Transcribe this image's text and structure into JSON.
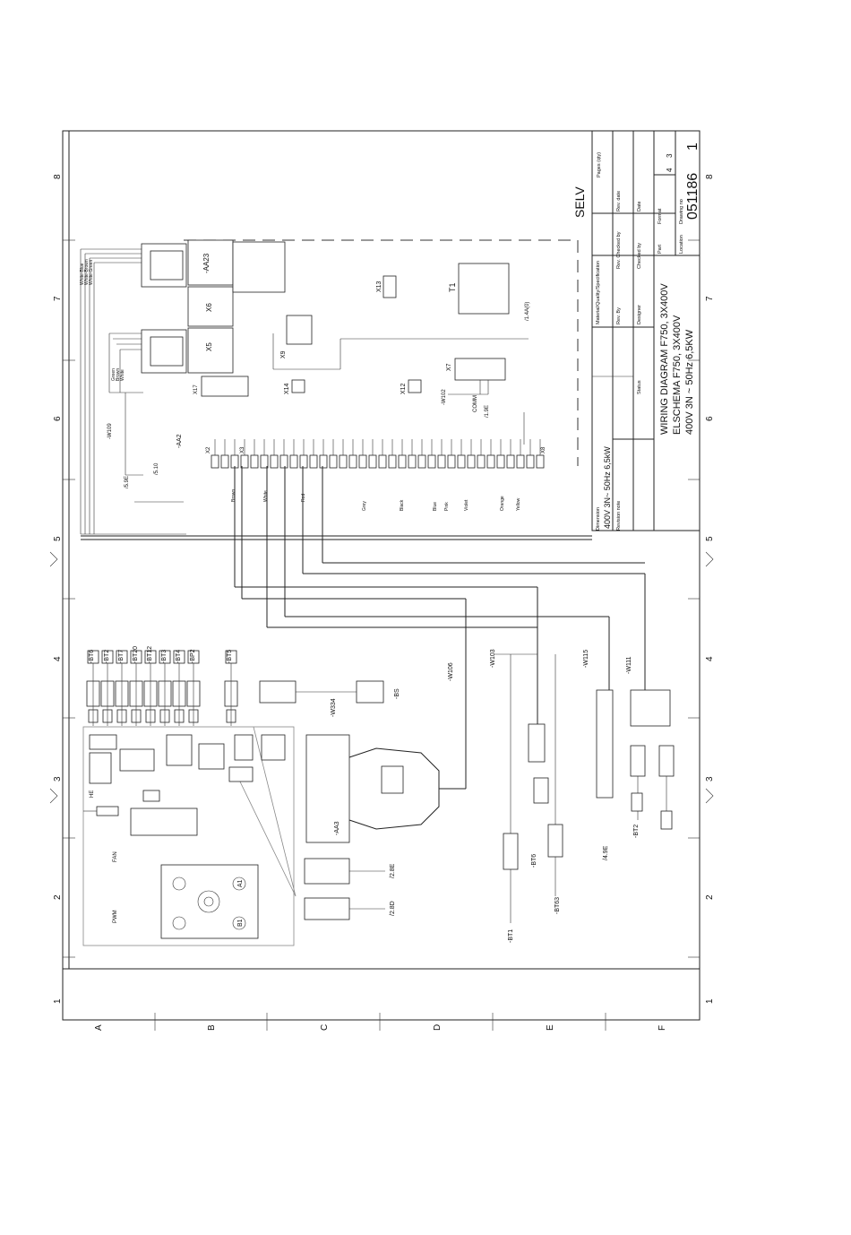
{
  "title_block": {
    "heading_1": "WIRING DIAGRAM F750, 3X400V",
    "heading_2": "ELSCHEMA F750, 3X400V",
    "heading_3": "400V  3N ~ 50Hz  6,5KW",
    "drawing_no": "051186",
    "rev": "1",
    "sheet": "3",
    "next_sheet": "4",
    "dimension_value": "400V  3N~ 50Hz  6,5kW",
    "labels": {
      "pages": "Pages (qty)",
      "rev_date": "Rev. date",
      "rev_checked_by": "Rev. Checked by",
      "rev_by": "Rev. By",
      "material": "Material/Quality/Specification",
      "date": "Date",
      "checked_by": "Checked by",
      "designer": "Designer",
      "status": "Status",
      "format": "Format",
      "part": "Part",
      "location": "Location",
      "drawing_no_label": "Drawing no",
      "dimension": "Dimension",
      "revision_note": "Revision note"
    }
  },
  "selv_label": "SELV",
  "ruler": {
    "columns": [
      "1",
      "2",
      "3",
      "4",
      "5",
      "6",
      "7",
      "8"
    ],
    "rows": [
      "A",
      "B",
      "C",
      "D",
      "E",
      "F"
    ]
  },
  "components": {
    "aa2": "-AA2",
    "aa23": "-AA23",
    "aa3": "-AA3",
    "x5": "X5",
    "x6": "X6",
    "x9": "X9",
    "x13": "X13",
    "x14": "X14",
    "x17": "X17",
    "x2": "X2",
    "x3": "X3",
    "x7": "X7",
    "x8": "X8",
    "x12": "X12",
    "t1": "T1",
    "comm": "COMM",
    "bp": "BP",
    "bt_sensors": [
      "-BT6",
      "-BT2",
      "-BT7",
      "-BT20",
      "-BT12",
      "-BT3",
      "-BT4",
      "-BP2"
    ],
    "bt5": "-BT5",
    "bs": "-BS",
    "bt1": "-BT1",
    "bt63": "-BT63",
    "bt6_right": "-BT6",
    "bt2_right": "-BT2"
  },
  "wires": {
    "w106": "-W106",
    "w103": "-W103",
    "w115": "-W115",
    "w111": "-W111",
    "w109": "-W109",
    "w102": "-W102",
    "w334": "-W334"
  },
  "references": {
    "ref_5_9e": "/5.9E",
    "ref_5_10": "/5.10",
    "ref_1_9e": "/1.9E",
    "ref_1_4ab": "/1.4A(0)",
    "ref_2_8e": "/2.8E",
    "ref_2_8d": "/2.8D",
    "ref_4_9e": "/4.9E"
  },
  "wire_colours": {
    "white_brown": "White-Brown",
    "white_blue": "White-Blue",
    "white_green": "White-Green",
    "green": "Green",
    "brown": "Brown",
    "white": "White",
    "red": "Red",
    "black": "Black",
    "grey": "Grey",
    "blue": "Blue",
    "pink": "Pink",
    "violet": "Violet",
    "orange": "Orange",
    "yellow": "Yellow"
  },
  "bottom_board": {
    "label_a": "PWM",
    "label_b": "FAN",
    "label_c": "A1",
    "label_d": "B1",
    "label_e": "HE"
  }
}
